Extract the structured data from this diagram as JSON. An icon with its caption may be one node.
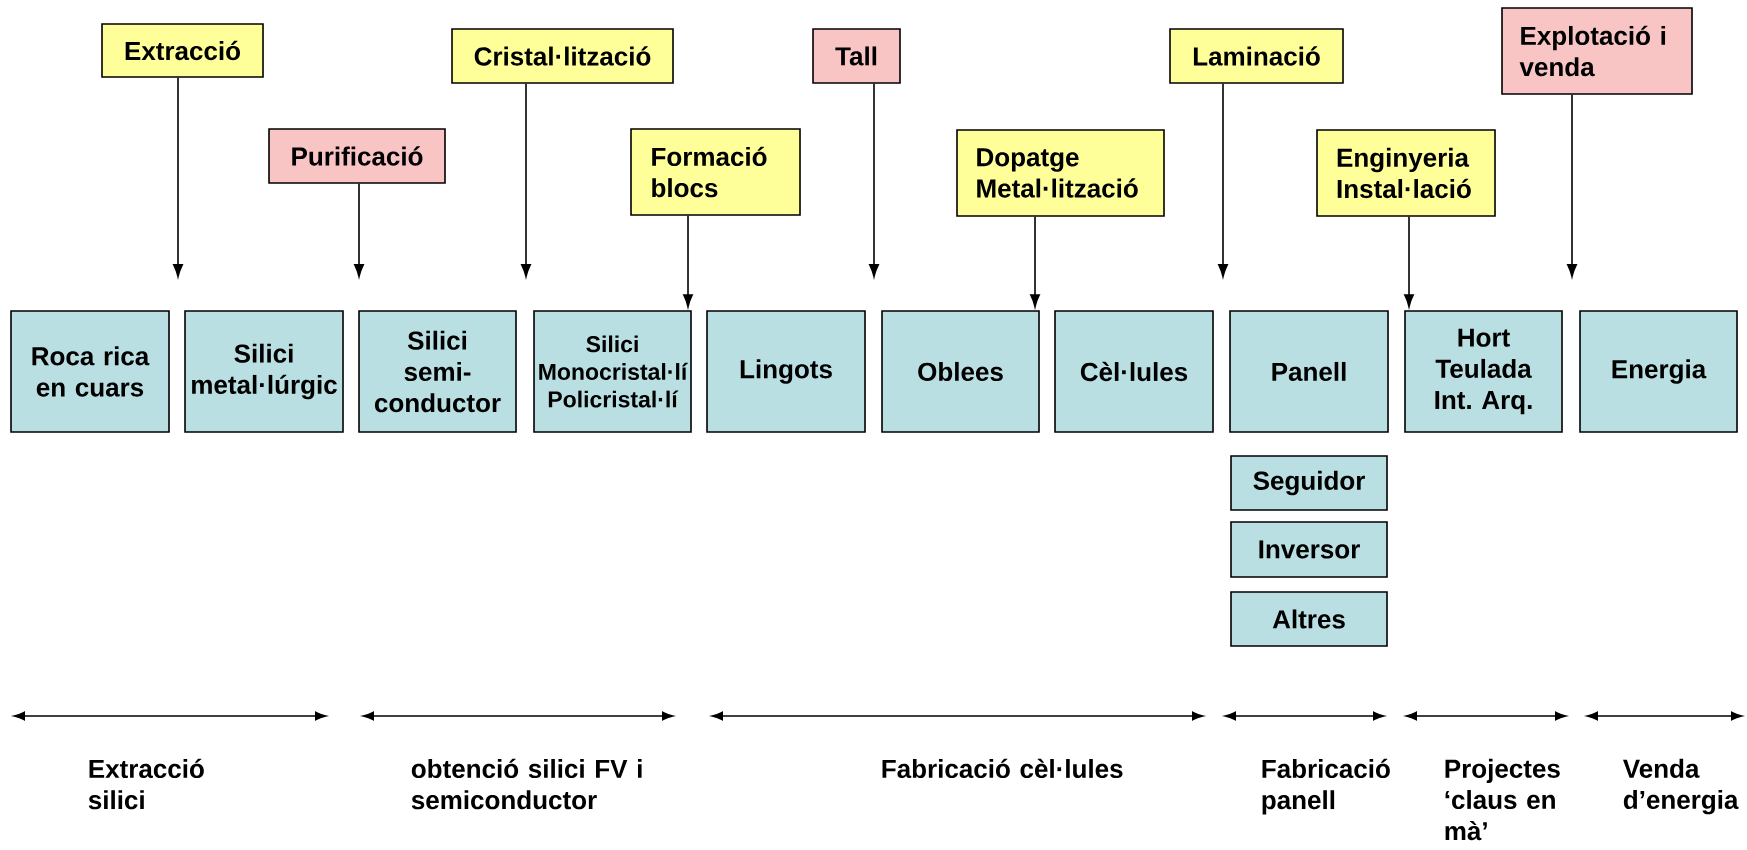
{
  "diagram": {
    "nodes": [
      {
        "text": [
          "Extracció"
        ]
      },
      {
        "text": [
          "Purificació"
        ]
      },
      {
        "text": [
          "Cristal·lització"
        ]
      },
      {
        "text": [
          "Formació blocs"
        ]
      },
      {
        "text": [
          "Tall"
        ]
      },
      {
        "text": [
          "Dopatge Metal·lització"
        ]
      },
      {
        "text": [
          "Laminació"
        ]
      },
      {
        "text": [
          "Enginyeria Instal·lació"
        ]
      },
      {
        "text": [
          "Explotació i venda"
        ]
      },
      {
        "text": [
          "Roca rica en cuars"
        ]
      },
      {
        "text": [
          "Silici metal·lúrgic"
        ]
      },
      {
        "text": [
          "Silici semi- conductor"
        ]
      },
      {
        "text": [
          "Silici Monocristal·lí Policristal·lí"
        ]
      },
      {
        "text": [
          "Lingots"
        ]
      },
      {
        "text": [
          "Oblees"
        ]
      },
      {
        "text": [
          "Cèl·lules"
        ]
      },
      {
        "text": [
          "Panell"
        ]
      },
      {
        "text": [
          "Hort Teulada Int. Arq."
        ]
      },
      {
        "text": [
          "Energia"
        ]
      },
      {
        "text": [
          "Seguidor"
        ]
      },
      {
        "text": [
          "Inversor"
        ]
      },
      {
        "text": [
          "Altres"
        ]
      }
    ],
    "edges": [
      {
        "from": 0,
        "to": null,
        "arrow": "to"
      },
      {
        "from": 1,
        "to": null,
        "arrow": "to"
      },
      {
        "from": 2,
        "to": null,
        "arrow": "to"
      },
      {
        "from": 3,
        "to": 12,
        "arrow": "to"
      },
      {
        "from": 4,
        "to": null,
        "arrow": "to"
      },
      {
        "from": 5,
        "to": 14,
        "arrow": "to"
      },
      {
        "from": 6,
        "to": null,
        "arrow": "to"
      },
      {
        "from": 7,
        "to": 17,
        "arrow": "to"
      },
      {
        "from": 8,
        "to": null,
        "arrow": "to"
      }
    ],
    "labels": [
      "Extracció silici",
      "obtenció silici FV i semiconductor",
      "Fabricació cèl·lules",
      "Fabricació panell",
      "Projectes ‘claus en mà’",
      "Venda d’energia"
    ]
  }
}
